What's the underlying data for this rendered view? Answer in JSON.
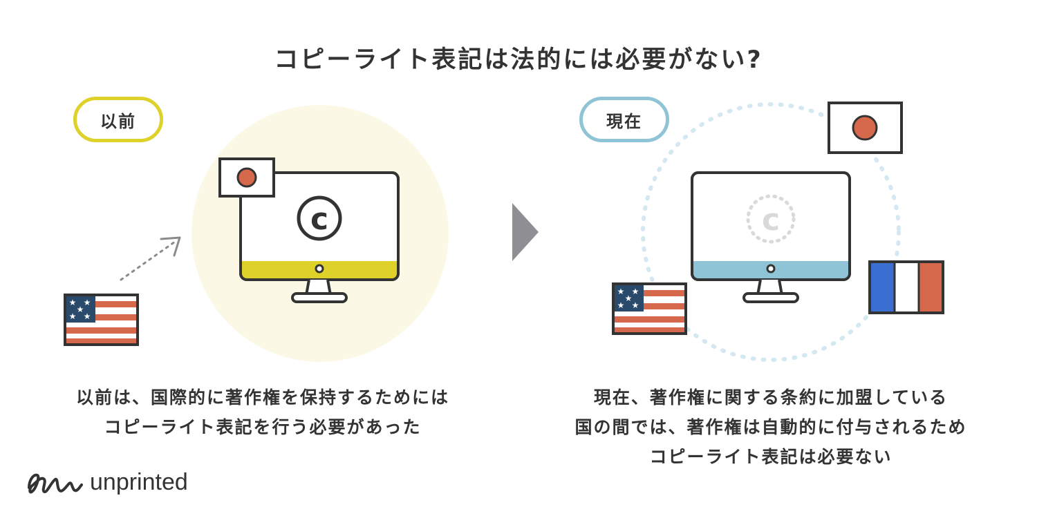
{
  "title": "コピーライト表記は法的には必要がない?",
  "before": {
    "label": "以前",
    "caption_lines": [
      "以前は、国際的に著作権を保持するためには",
      "コピーライト表記を行う必要があった"
    ]
  },
  "now": {
    "label": "現在",
    "caption_lines": [
      "現在、著作権に関する条約に加盟している",
      "国の間では、著作権は自動的に付与されるため",
      "コピーライト表記は必要ない"
    ]
  },
  "logo": {
    "text": "unprinted"
  },
  "colors": {
    "before_accent": "#ddd12a",
    "now_accent": "#8ec4d6",
    "circle_fill": "#fbf9e6",
    "flag_red": "#d6694b",
    "flag_blue": "#2a4a6b",
    "france_blue": "#3a6fd1",
    "arrow_gray": "#8a8a8a"
  },
  "icons": [
    "monitor-icon",
    "copyright-icon",
    "japan-flag-icon",
    "usa-flag-icon",
    "france-flag-icon",
    "arrow-icon"
  ]
}
